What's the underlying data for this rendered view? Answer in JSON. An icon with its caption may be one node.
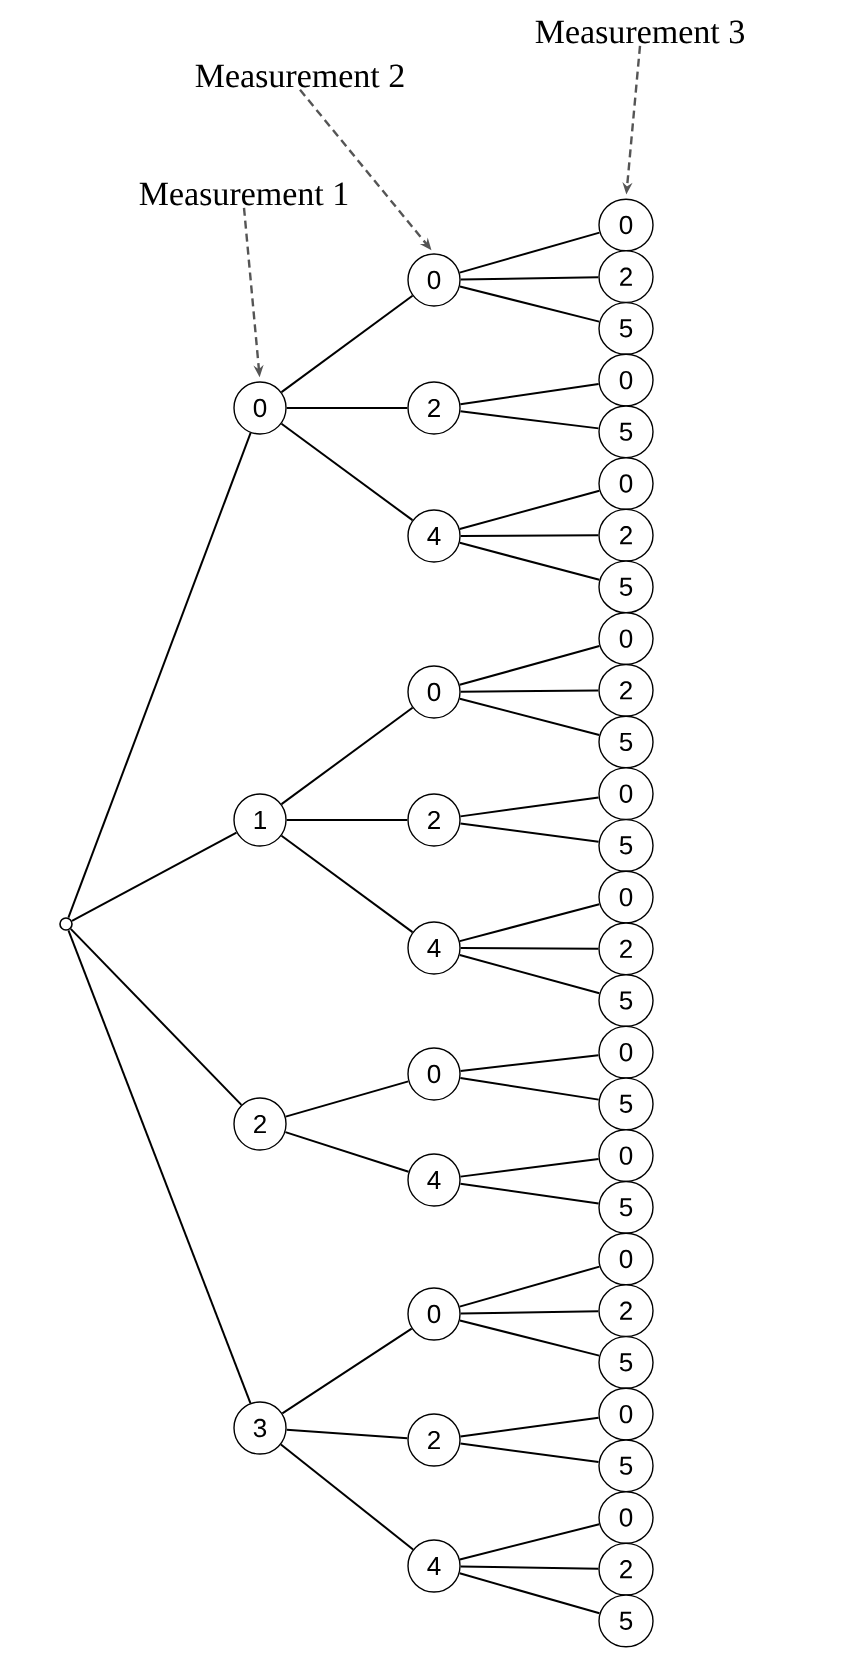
{
  "diagram": {
    "nodes": [
      {
        "text": [
          "Measurement 1"
        ]
      },
      {
        "text": [
          "Measurement 2"
        ]
      },
      {
        "text": [
          "Measurement 3"
        ]
      },
      {
        "text": [],
        "shape": "circle"
      },
      {
        "text": [
          "0"
        ]
      },
      {
        "text": [
          "0"
        ]
      },
      {
        "text": [
          "0"
        ]
      },
      {
        "text": [
          "2"
        ]
      },
      {
        "text": [
          "5"
        ]
      },
      {
        "text": [
          "2"
        ]
      },
      {
        "text": [
          "0"
        ]
      },
      {
        "text": [
          "5"
        ]
      },
      {
        "text": [
          "4"
        ]
      },
      {
        "text": [
          "0"
        ]
      },
      {
        "text": [
          "2"
        ]
      },
      {
        "text": [
          "5"
        ]
      },
      {
        "text": [
          "1"
        ]
      },
      {
        "text": [
          "0"
        ]
      },
      {
        "text": [
          "0"
        ]
      },
      {
        "text": [
          "2"
        ]
      },
      {
        "text": [
          "5"
        ]
      },
      {
        "text": [
          "2"
        ]
      },
      {
        "text": [
          "0"
        ]
      },
      {
        "text": [
          "5"
        ]
      },
      {
        "text": [
          "4"
        ]
      },
      {
        "text": [
          "0"
        ]
      },
      {
        "text": [
          "2"
        ]
      },
      {
        "text": [
          "5"
        ]
      },
      {
        "text": [
          "2"
        ]
      },
      {
        "text": [
          "0"
        ]
      },
      {
        "text": [
          "0"
        ]
      },
      {
        "text": [
          "5"
        ]
      },
      {
        "text": [
          "4"
        ]
      },
      {
        "text": [
          "0"
        ]
      },
      {
        "text": [
          "5"
        ]
      },
      {
        "text": [
          "3"
        ]
      },
      {
        "text": [
          "0"
        ]
      },
      {
        "text": [
          "0"
        ]
      },
      {
        "text": [
          "2"
        ]
      },
      {
        "text": [
          "5"
        ]
      },
      {
        "text": [
          "2"
        ]
      },
      {
        "text": [
          "0"
        ]
      },
      {
        "text": [
          "5"
        ]
      },
      {
        "text": [
          "4"
        ]
      },
      {
        "text": [
          "0"
        ]
      },
      {
        "text": [
          "2"
        ]
      },
      {
        "text": [
          "5"
        ]
      }
    ],
    "edges": [
      {
        "from": 0,
        "to": 4,
        "arrow": "to",
        "style": "dashed",
        "color": "#555555"
      },
      {
        "from": 1,
        "to": 5,
        "arrow": "to",
        "style": "dashed",
        "color": "#555555"
      },
      {
        "from": 2,
        "to": 6,
        "arrow": "to",
        "style": "dashed",
        "color": "#555555"
      },
      {
        "from": 3,
        "to": 4,
        "arrow": "none"
      },
      {
        "from": 3,
        "to": 16,
        "arrow": "none"
      },
      {
        "from": 3,
        "to": 28,
        "arrow": "none"
      },
      {
        "from": 3,
        "to": 35,
        "arrow": "none"
      },
      {
        "from": 4,
        "to": 5,
        "arrow": "none"
      },
      {
        "from": 4,
        "to": 9,
        "arrow": "none"
      },
      {
        "from": 4,
        "to": 12,
        "arrow": "none"
      },
      {
        "from": 16,
        "to": 17,
        "arrow": "none"
      },
      {
        "from": 16,
        "to": 21,
        "arrow": "none"
      },
      {
        "from": 16,
        "to": 24,
        "arrow": "none"
      },
      {
        "from": 28,
        "to": 29,
        "arrow": "none"
      },
      {
        "from": 28,
        "to": 32,
        "arrow": "none"
      },
      {
        "from": 35,
        "to": 36,
        "arrow": "none"
      },
      {
        "from": 35,
        "to": 40,
        "arrow": "none"
      },
      {
        "from": 35,
        "to": 43,
        "arrow": "none"
      },
      {
        "from": 5,
        "to": 6,
        "arrow": "none"
      },
      {
        "from": 5,
        "to": 7,
        "arrow": "none"
      },
      {
        "from": 5,
        "to": 8,
        "arrow": "none"
      },
      {
        "from": 9,
        "to": 10,
        "arrow": "none"
      },
      {
        "from": 9,
        "to": 11,
        "arrow": "none"
      },
      {
        "from": 12,
        "to": 13,
        "arrow": "none"
      },
      {
        "from": 12,
        "to": 14,
        "arrow": "none"
      },
      {
        "from": 12,
        "to": 15,
        "arrow": "none"
      },
      {
        "from": 17,
        "to": 18,
        "arrow": "none"
      },
      {
        "from": 17,
        "to": 19,
        "arrow": "none"
      },
      {
        "from": 17,
        "to": 20,
        "arrow": "none"
      },
      {
        "from": 21,
        "to": 22,
        "arrow": "none"
      },
      {
        "from": 21,
        "to": 23,
        "arrow": "none"
      },
      {
        "from": 24,
        "to": 25,
        "arrow": "none"
      },
      {
        "from": 24,
        "to": 26,
        "arrow": "none"
      },
      {
        "from": 24,
        "to": 27,
        "arrow": "none"
      },
      {
        "from": 29,
        "to": 30,
        "arrow": "none"
      },
      {
        "from": 29,
        "to": 31,
        "arrow": "none"
      },
      {
        "from": 32,
        "to": 33,
        "arrow": "none"
      },
      {
        "from": 32,
        "to": 34,
        "arrow": "none"
      },
      {
        "from": 36,
        "to": 37,
        "arrow": "none"
      },
      {
        "from": 36,
        "to": 38,
        "arrow": "none"
      },
      {
        "from": 36,
        "to": 39,
        "arrow": "none"
      },
      {
        "from": 40,
        "to": 41,
        "arrow": "none"
      },
      {
        "from": 40,
        "to": 42,
        "arrow": "none"
      },
      {
        "from": 43,
        "to": 44,
        "arrow": "none"
      },
      {
        "from": 43,
        "to": 45,
        "arrow": "none"
      },
      {
        "from": 43,
        "to": 46,
        "arrow": "none"
      }
    ]
  }
}
